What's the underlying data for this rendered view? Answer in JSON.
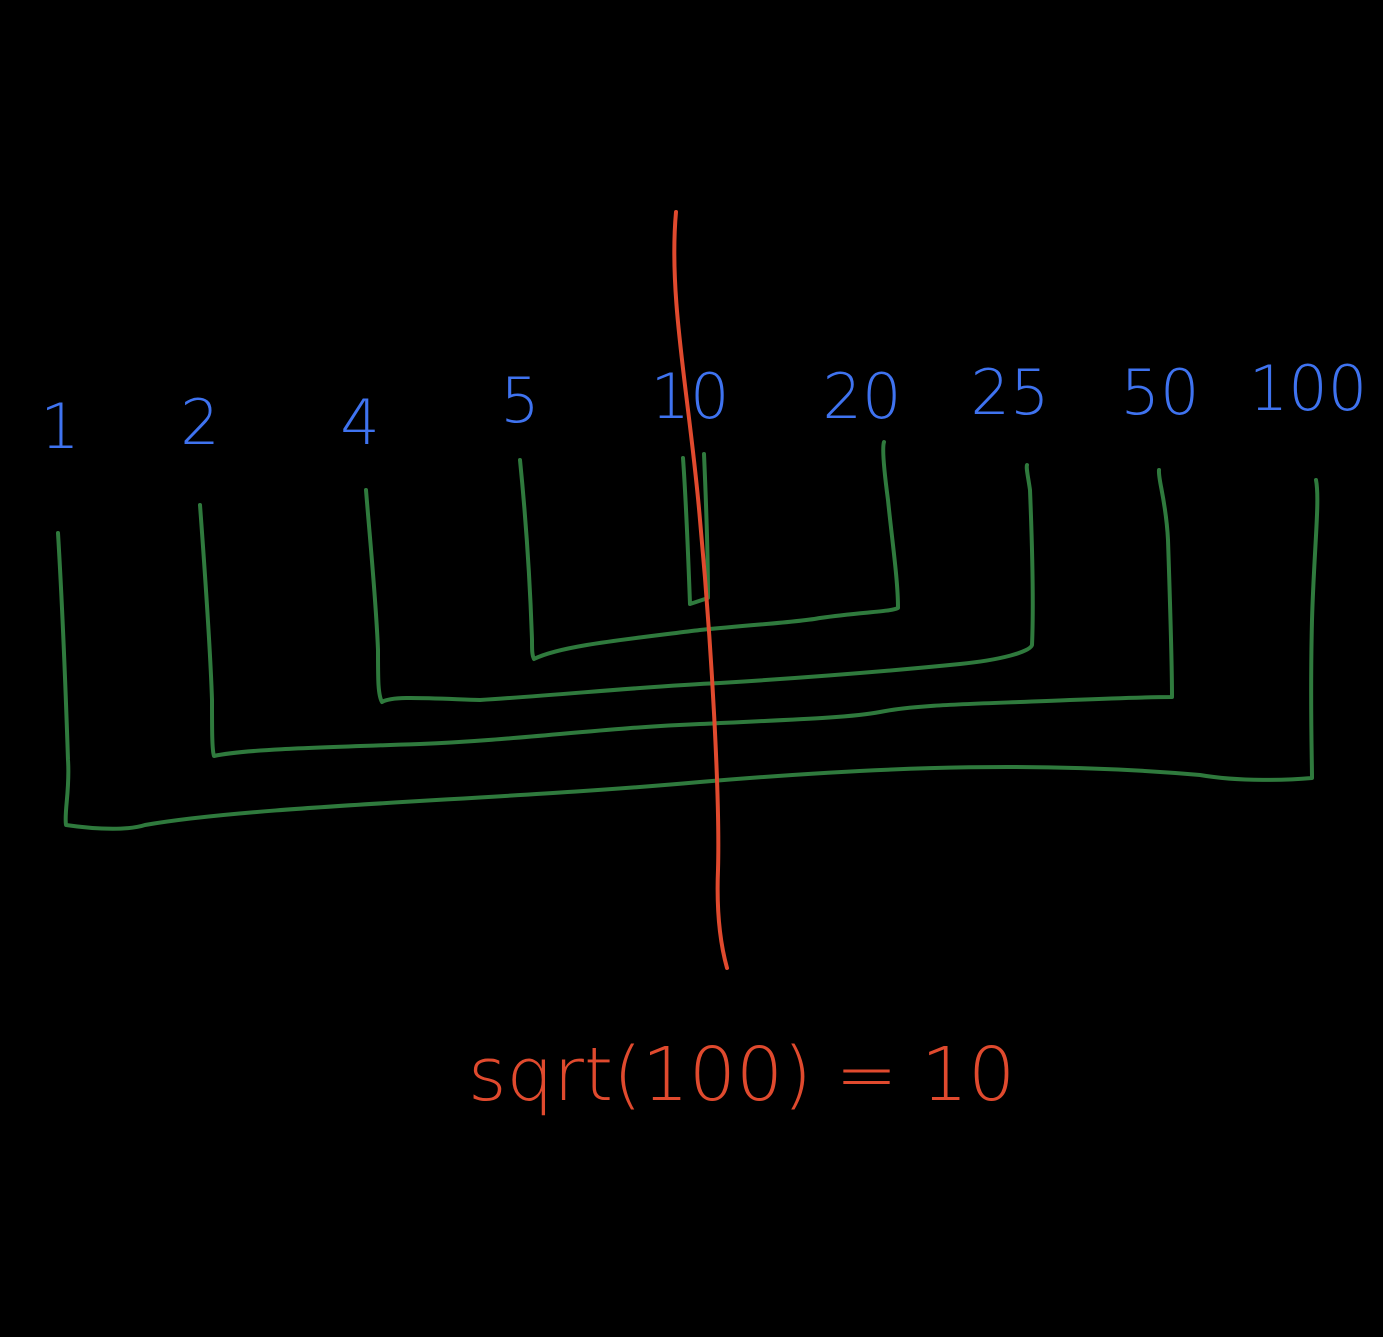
{
  "colors": {
    "background": "#000000",
    "divisor_text": "#3f73f0",
    "pair_bracket": "#2f7a3d",
    "sqrt_marker": "#e04a2e"
  },
  "divisors": [
    "1",
    "2",
    "4",
    "5",
    "10",
    "20",
    "25",
    "50",
    "100"
  ],
  "pairs": [
    {
      "left": "1",
      "right": "100"
    },
    {
      "left": "2",
      "right": "50"
    },
    {
      "left": "4",
      "right": "25"
    },
    {
      "left": "5",
      "right": "20"
    },
    {
      "left": "10",
      "right": "10"
    }
  ],
  "equation": {
    "text": "sqrt(100) = 10"
  }
}
